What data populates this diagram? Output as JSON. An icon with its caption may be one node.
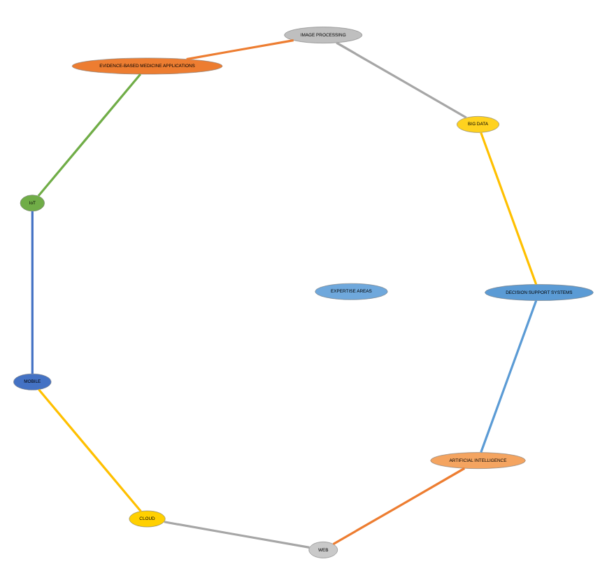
{
  "diagram": {
    "nodes": [
      {
        "text": [
          "EXPERTISE AREAS"
        ]
      },
      {
        "text": [
          "ARTIFICIAL INTELLIGENCE"
        ]
      },
      {
        "text": [
          "WEB"
        ]
      },
      {
        "text": [
          "CLOUD"
        ]
      },
      {
        "text": [
          "MOBILE"
        ]
      },
      {
        "text": [
          "IoT"
        ]
      },
      {
        "text": [
          "EVIDENCE-BASED MEDICINE APPLICATIONS"
        ]
      },
      {
        "text": [
          "IMAGE PROCESSING"
        ]
      },
      {
        "text": [
          "BIG DATA"
        ]
      },
      {
        "text": [
          "DECISION SUPPORT SYSTEMS"
        ]
      }
    ],
    "edges": [
      {
        "from": 1,
        "to": 2,
        "arrow": "none",
        "color": "#ed7d31"
      },
      {
        "from": 2,
        "to": 3,
        "arrow": "none",
        "color": "#a6a6a6"
      },
      {
        "from": 3,
        "to": 4,
        "arrow": "none",
        "color": "#ffc000"
      },
      {
        "from": 4,
        "to": 5,
        "arrow": "none",
        "color": "#4472c4"
      },
      {
        "from": 5,
        "to": 6,
        "arrow": "none",
        "color": "#70ad47"
      },
      {
        "from": 6,
        "to": 7,
        "arrow": "none",
        "color": "#ed7d31"
      },
      {
        "from": 7,
        "to": 8,
        "arrow": "none",
        "color": "#a6a6a6"
      },
      {
        "from": 8,
        "to": 9,
        "arrow": "none",
        "color": "#ffc000"
      },
      {
        "from": 9,
        "to": 1,
        "arrow": "none",
        "color": "#5b9bd5"
      }
    ]
  }
}
